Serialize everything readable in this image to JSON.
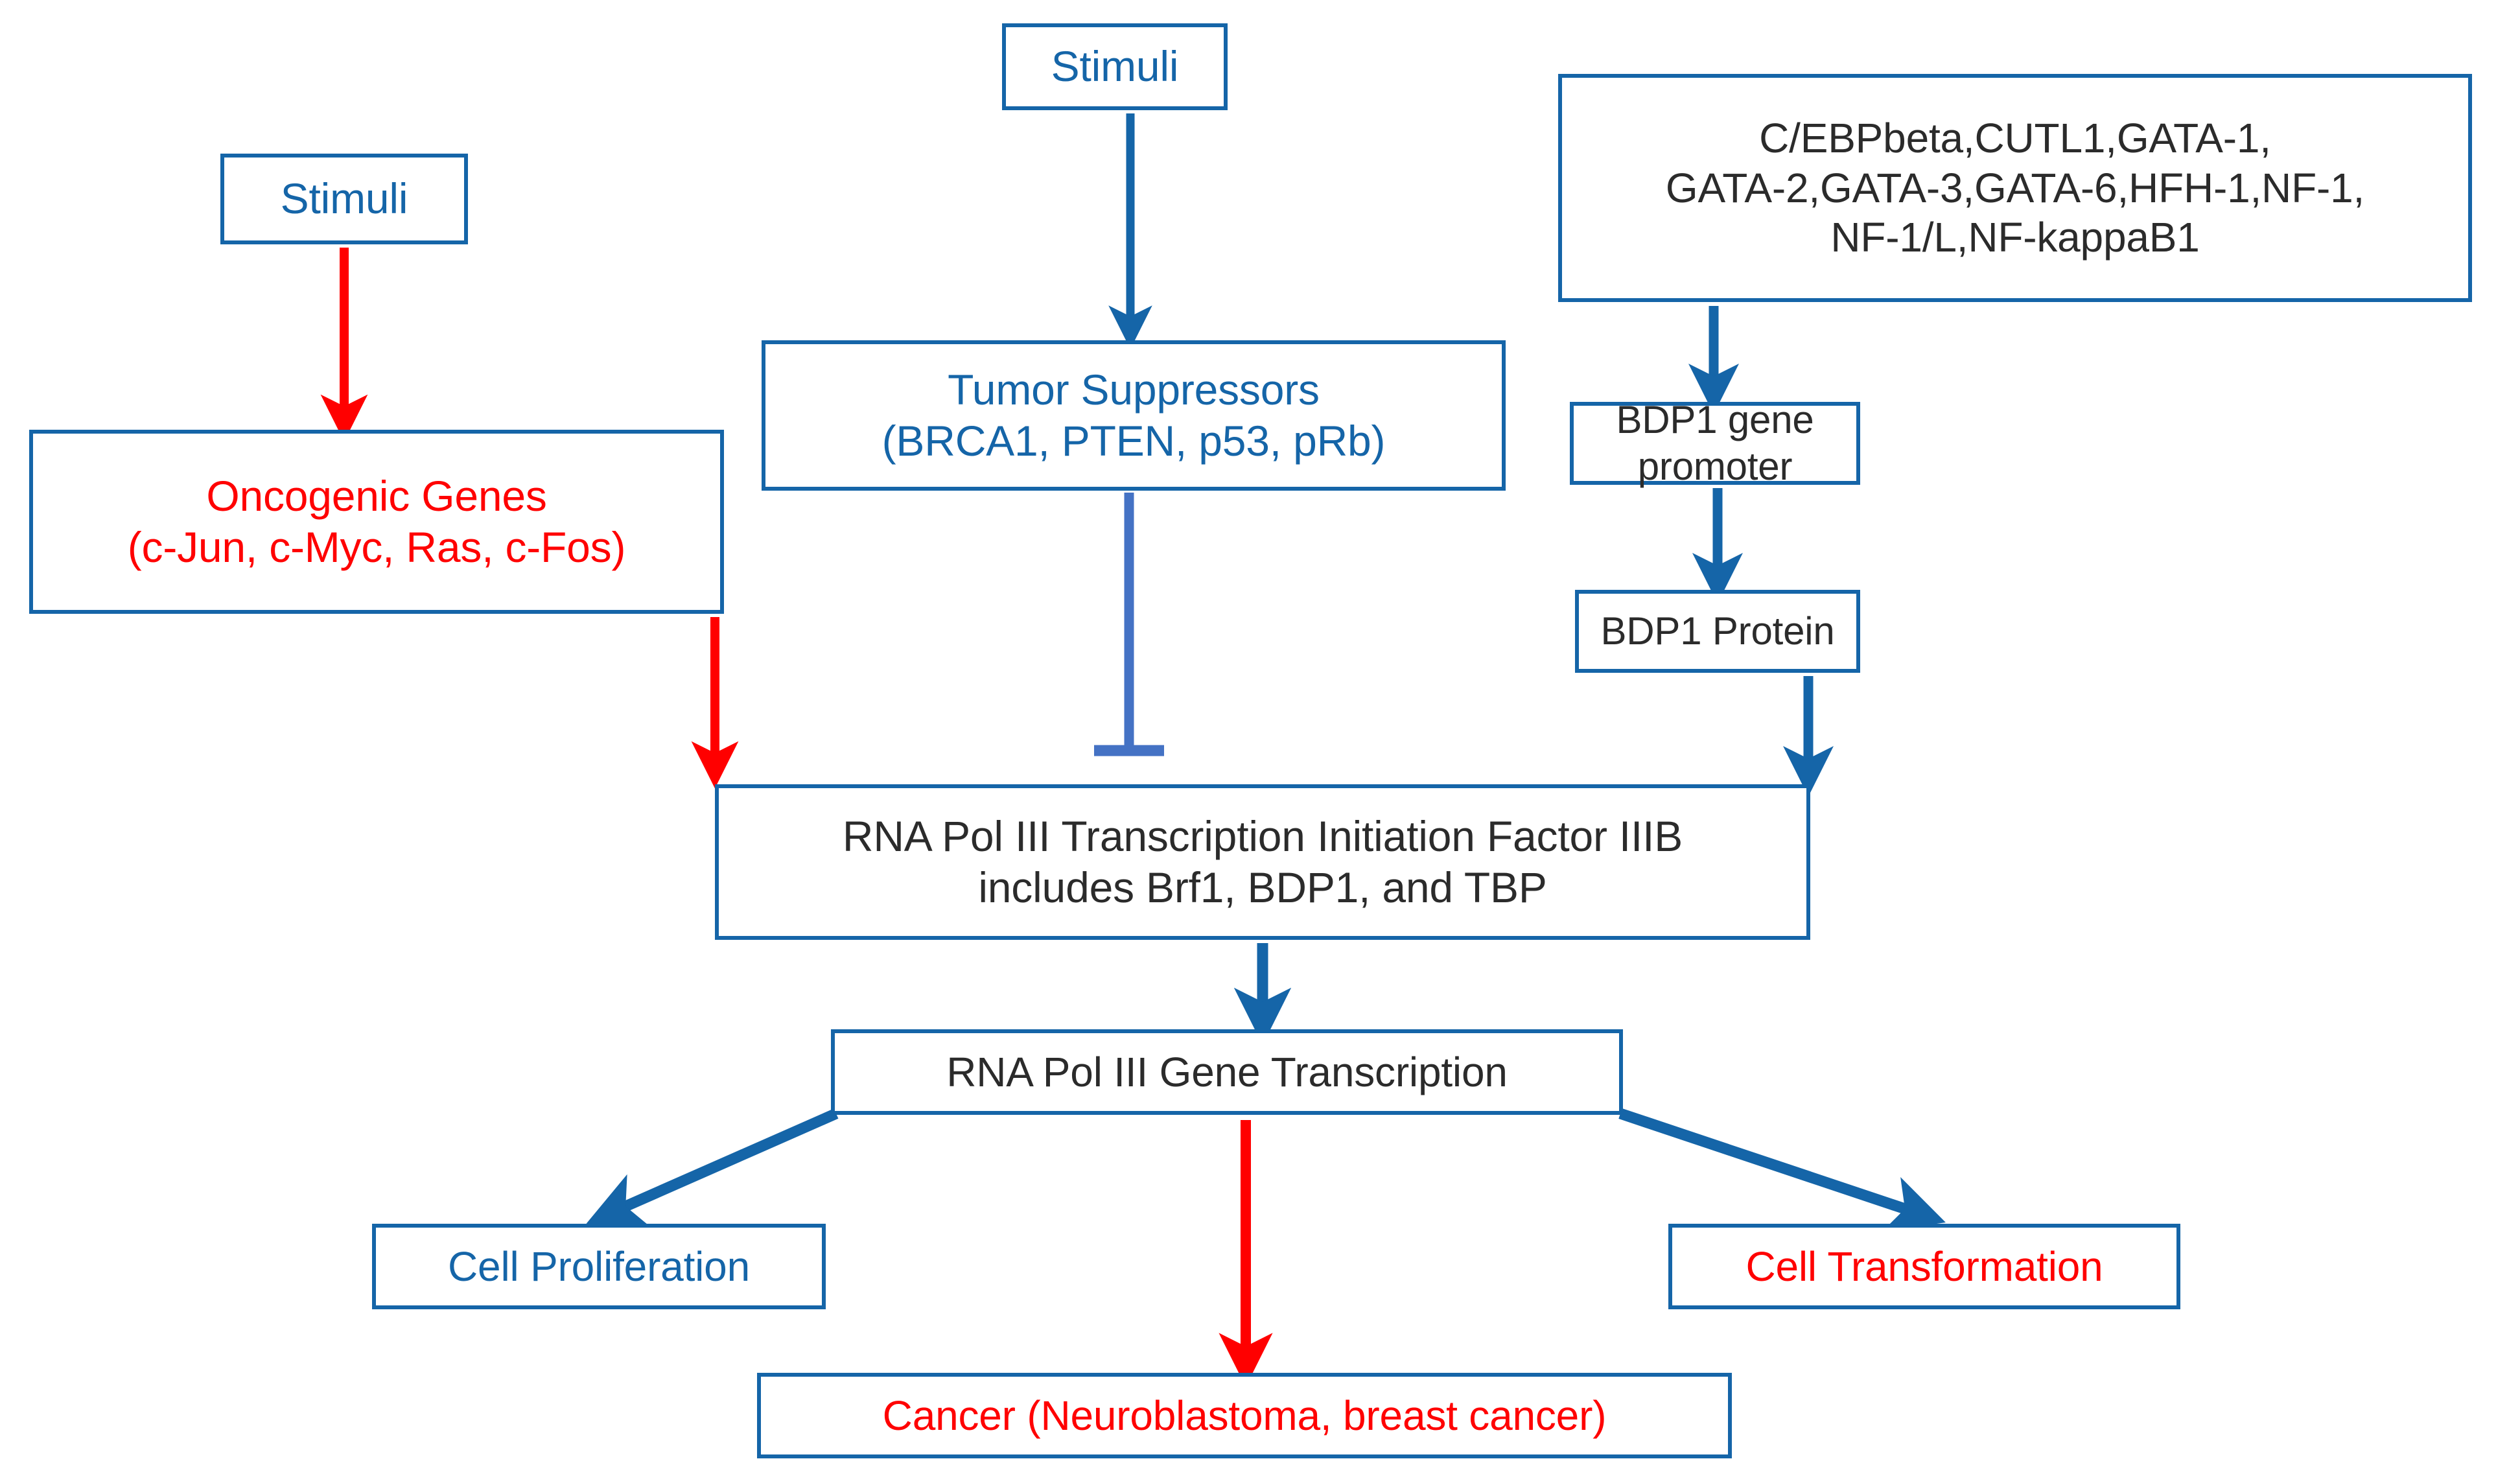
{
  "diagram": {
    "title": "BDP1 / RNA Pol III transcription regulation pathway",
    "colors": {
      "box_border": "#1565a8",
      "blue_text": "#1565a8",
      "red_text": "#ff0000",
      "black_text": "#2b2b2b",
      "blue_arrow": "#1565a8",
      "red_arrow": "#ff0000",
      "inhibit_bar": "#4472c4",
      "background": "#ffffff"
    },
    "nodes": [
      {
        "id": "stimuli-left",
        "label": "Stimuli",
        "text_color": "blue"
      },
      {
        "id": "stimuli-mid",
        "label": "Stimuli",
        "text_color": "blue"
      },
      {
        "id": "transcription-factors",
        "label": "C/EBPbeta,CUTL1,GATA-1,\nGATA-2,GATA-3,GATA-6,HFH-1,NF-1,\nNF-1/L,NF-kappaB1",
        "text_color": "black"
      },
      {
        "id": "oncogenic-genes",
        "label": "Oncogenic Genes\n(c-Jun, c-Myc, Ras, c-Fos)",
        "text_color": "red"
      },
      {
        "id": "tumor-suppressors",
        "label": "Tumor Suppressors\n(BRCA1, PTEN, p53, pRb)",
        "text_color": "blue"
      },
      {
        "id": "bdp1-gene-promoter",
        "label": "BDP1 gene promoter",
        "text_color": "black"
      },
      {
        "id": "bdp1-protein",
        "label": "BDP1 Protein",
        "text_color": "black"
      },
      {
        "id": "tfiiib",
        "label": "RNA Pol III Transcription Initiation Factor IIIB\nincludes Brf1, BDP1, and TBP",
        "text_color": "black"
      },
      {
        "id": "pol3-transcription",
        "label": "RNA Pol III Gene Transcription",
        "text_color": "black"
      },
      {
        "id": "cell-proliferation",
        "label": "Cell Proliferation",
        "text_color": "blue"
      },
      {
        "id": "cell-transformation",
        "label": "Cell Transformation",
        "text_color": "red"
      },
      {
        "id": "cancer",
        "label": "Cancer (Neuroblastoma, breast cancer)",
        "text_color": "red"
      }
    ],
    "edges": [
      {
        "id": "stimuli-left-to-oncogenic",
        "from": "stimuli-left",
        "to": "oncogenic-genes",
        "kind": "arrow",
        "color": "red"
      },
      {
        "id": "oncogenic-to-tfiiib",
        "from": "oncogenic-genes",
        "to": "tfiiib",
        "kind": "arrow",
        "color": "red"
      },
      {
        "id": "stimuli-mid-to-tumor-suppressors",
        "from": "stimuli-mid",
        "to": "tumor-suppressors",
        "kind": "arrow",
        "color": "blue"
      },
      {
        "id": "tumor-suppressors-inhibits-tfiiib",
        "from": "tumor-suppressors",
        "to": "tfiiib",
        "kind": "inhibit",
        "color": "blue"
      },
      {
        "id": "tfs-to-bdp1-promoter",
        "from": "transcription-factors",
        "to": "bdp1-gene-promoter",
        "kind": "arrow",
        "color": "blue"
      },
      {
        "id": "bdp1-promoter-to-protein",
        "from": "bdp1-gene-promoter",
        "to": "bdp1-protein",
        "kind": "arrow",
        "color": "blue"
      },
      {
        "id": "bdp1-protein-to-tfiiib",
        "from": "bdp1-protein",
        "to": "tfiiib",
        "kind": "arrow",
        "color": "blue"
      },
      {
        "id": "tfiiib-to-transcription",
        "from": "tfiiib",
        "to": "pol3-transcription",
        "kind": "arrow",
        "color": "blue"
      },
      {
        "id": "transcription-to-proliferation",
        "from": "pol3-transcription",
        "to": "cell-proliferation",
        "kind": "arrow",
        "color": "blue"
      },
      {
        "id": "transcription-to-transformation",
        "from": "pol3-transcription",
        "to": "cell-transformation",
        "kind": "arrow",
        "color": "blue"
      },
      {
        "id": "transcription-to-cancer",
        "from": "pol3-transcription",
        "to": "cancer",
        "kind": "arrow",
        "color": "red"
      }
    ]
  }
}
